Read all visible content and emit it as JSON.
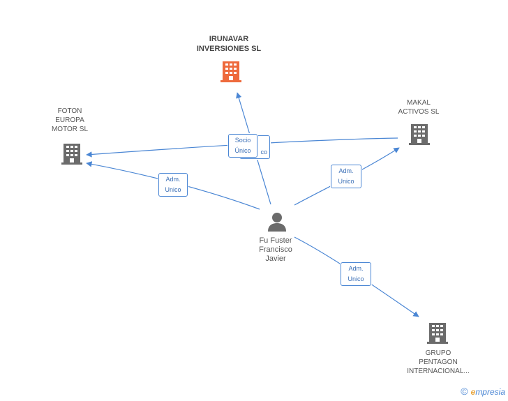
{
  "nodes": {
    "irunavar": {
      "line1": "IRUNAVAR",
      "line2": "INVERSIONES SL"
    },
    "foton": {
      "line1": "FOTON",
      "line2": "EUROPA",
      "line3": "MOTOR SL"
    },
    "makal": {
      "line1": "MAKAL",
      "line2": "ACTIVOS SL"
    },
    "grupo": {
      "line1": "GRUPO",
      "line2": "PENTAGON",
      "line3": "INTERNACIONAL..."
    },
    "person": {
      "line1": "Fu Fuster",
      "line2": "Francisco",
      "line3": "Javier"
    }
  },
  "edges": {
    "socio_unico": {
      "line1": "Socio",
      "line2": "Único"
    },
    "socio_unico_back": {
      "line1": "",
      "line2": "co"
    },
    "adm_foton": {
      "line1": "Adm.",
      "line2": "Unico"
    },
    "adm_makal": {
      "line1": "Adm.",
      "line2": "Unico"
    },
    "adm_grupo": {
      "line1": "Adm.",
      "line2": "Unico"
    }
  },
  "colors": {
    "edge": "#4a86d4",
    "focus_building": "#ee6a3c",
    "building": "#6b6b6b",
    "person": "#6b6b6b"
  },
  "icons": {
    "company": "building-icon",
    "person": "person-icon",
    "brand": "copyright-icon"
  },
  "brand": {
    "symbol": "©",
    "first_letter": "e",
    "rest": "mpresia"
  }
}
